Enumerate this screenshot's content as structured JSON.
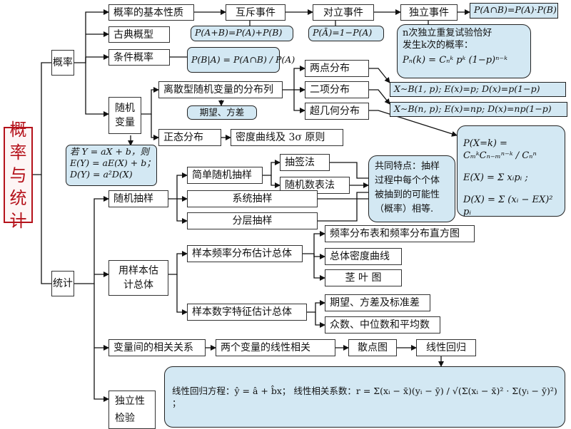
{
  "root": {
    "chars": [
      "概",
      "率",
      "与",
      "统",
      "计"
    ]
  },
  "gailv": {
    "label": "概率",
    "basic": "概率的基本性质",
    "mutex": "互斥事件",
    "opposite": "对立事件",
    "independent": "独立事件",
    "classical": "古典概型",
    "conditional": "条件概率",
    "random_variable": "随机变量",
    "discrete": "离散型随机变量的分布列",
    "expect_var": "期望、方差",
    "two_point": "两点分布",
    "binomial": "二项分布",
    "hypergeo": "超几何分布",
    "normal": "正态分布",
    "density_rule": "密度曲线及 3σ 原则"
  },
  "formulas": {
    "independent": "P(A∩B)=P(A)·P(B)",
    "mutex": "P(A+B)=P(A)+P(B)",
    "opposite": "P(Ā)=1−P(A)",
    "conditional": "P(B|A) = P(A∩B) / P(A)",
    "two_point": "X∼B(1, p);  E(x)=p;  D(x)=p(1−p)",
    "binomial": "X∼B(n, p);  E(x)=np;  D(x)=np(1−p)",
    "linear": [
      "若 Y = aX + b，则",
      "E(Y) = aE(X) + b；",
      "D(Y) = a²D(X)"
    ],
    "repeated": [
      "n次独立重复试验恰好",
      "发生k次的概率：",
      "Pₙ(k) = Cₙᵏ pᵏ (1−p)ⁿ⁻ᵏ"
    ],
    "hyper": [
      "P(X=k) = CₘᵏCₙ₋ₘⁿ⁻ᵏ / Cₙⁿ",
      "E(X) = Σ xᵢpᵢ ;",
      "D(X) = Σ (xᵢ − EX)² pᵢ"
    ]
  },
  "tongji": {
    "label": "统计",
    "random_sampling": "随机抽样",
    "simple": "简单随机抽样",
    "lottery": "抽签法",
    "random_table": "随机数表法",
    "systematic": "系统抽样",
    "stratified": "分层抽样",
    "common": [
      "共同特点：抽样",
      "过程中每个个体",
      "被抽到的可能性",
      "（概率）相等."
    ],
    "estimate": [
      "用样本估",
      "计总体"
    ],
    "freq_dist": "样本频率分布估计总体",
    "freq_table": "频率分布表和频率分布直方图",
    "density_curve": "总体密度曲线",
    "stem_leaf": "茎 叶 图",
    "numeric": "样本数字特征估计总体",
    "mean_var_std": "期望、方差及标准差",
    "mode_median": "众数、中位数和平均数",
    "correlation": "变量间的相关关系",
    "linear_corr": "两个变量的线性相关",
    "scatter": "散点图",
    "regression": "线性回归",
    "independence": [
      "独立性",
      "检验"
    ],
    "regression_formula": "线性回归方程：ŷ = â + b̂x；  线性相关系数：r = Σ(xᵢ − x̄)(yᵢ − ȳ) / √(Σ(xᵢ − x̄)² · Σ(yᵢ − ȳ)²) ；"
  }
}
